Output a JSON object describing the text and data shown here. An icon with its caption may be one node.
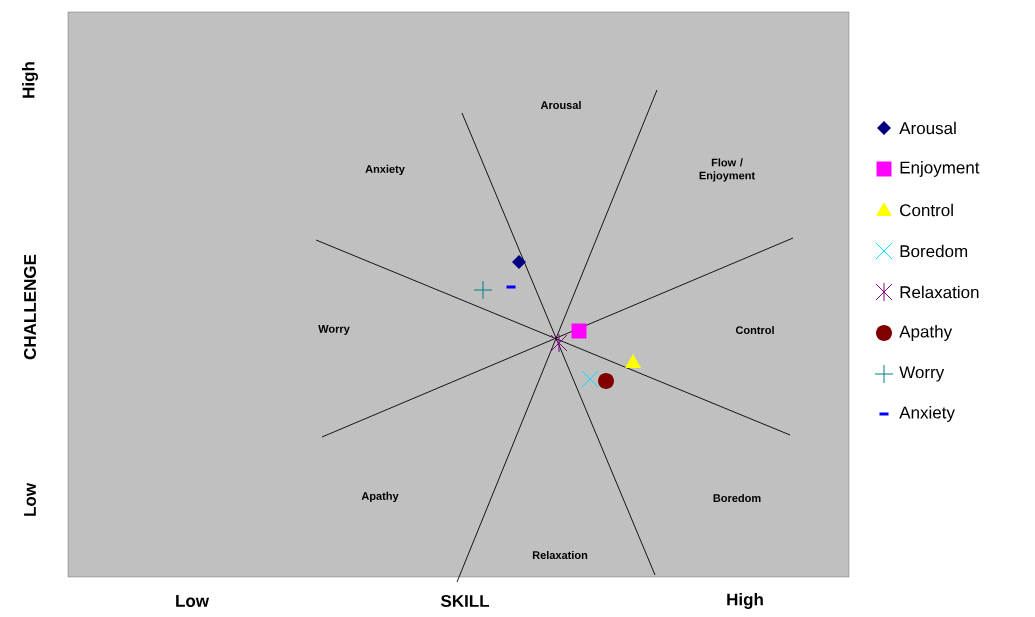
{
  "diagram": {
    "labels": [
      "High",
      "CHALLENGE",
      "Low",
      "Arousal",
      "Anxiety",
      "Flow / Enjoyment",
      "Worry",
      "Control",
      "Apathy",
      "Boredom",
      "Relaxation",
      "Low",
      "SKILL",
      "High"
    ],
    "legend": [
      {
        "text": "Arousal"
      },
      {
        "text": "Enjoyment"
      },
      {
        "text": "Control"
      },
      {
        "text": "Boredom"
      },
      {
        "text": "Relaxation"
      },
      {
        "text": "Apathy"
      },
      {
        "text": "Worry"
      },
      {
        "text": "Anxiety"
      }
    ]
  }
}
